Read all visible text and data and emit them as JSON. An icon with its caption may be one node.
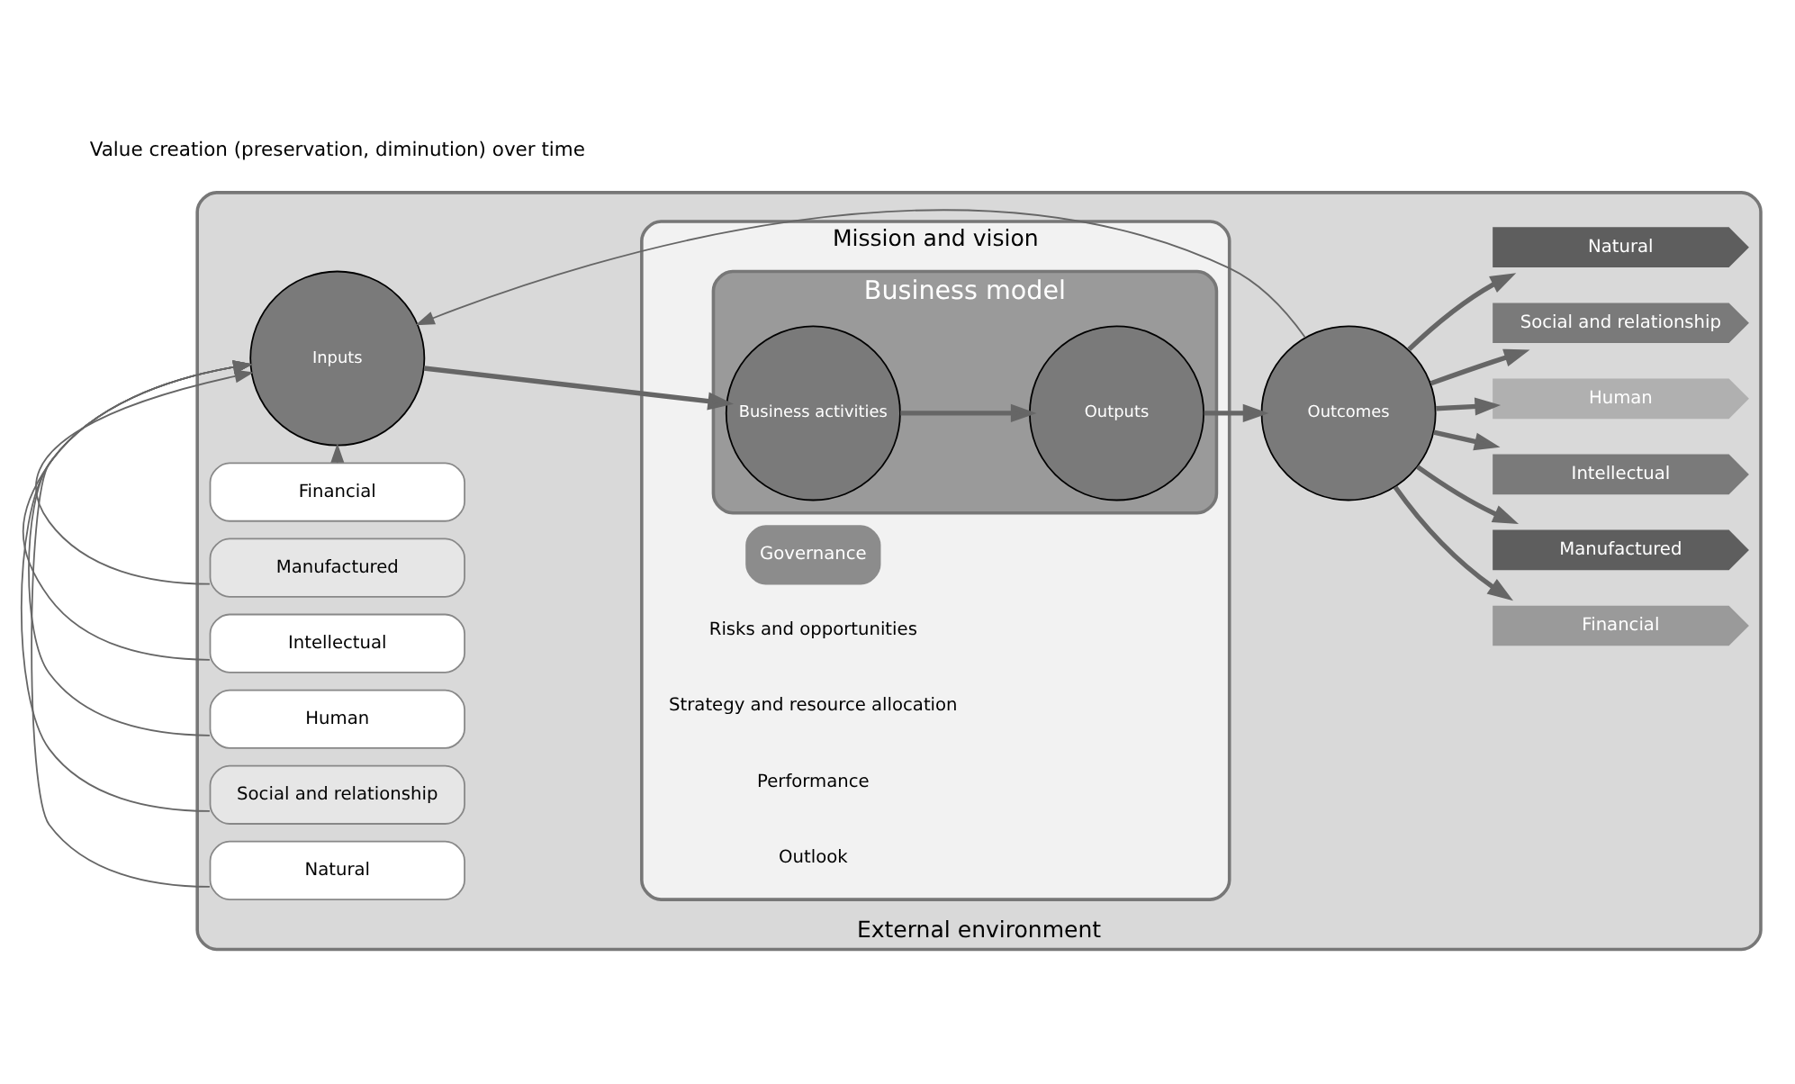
{
  "diagram": {
    "nodes": [
      {
        "text": [
          "External environment"
        ]
      },
      {
        "text": [
          "Mission and vision"
        ],
        "in": 0
      },
      {
        "text": [
          "Governance"
        ],
        "in": 1
      },
      {
        "text": [
          "Risks and opportunities"
        ],
        "in": 1
      },
      {
        "text": [
          "Strategy and resource allocation"
        ],
        "in": 1
      },
      {
        "text": [
          "Business model"
        ],
        "in": 1
      },
      {
        "text": [
          "Inputs"
        ],
        "in": 0
      },
      {
        "text": [
          "Business activities"
        ],
        "in": 5
      },
      {
        "text": [
          "Outputs"
        ],
        "in": 5
      },
      {
        "text": [
          "Outcomes"
        ],
        "in": 0
      },
      {
        "text": [
          "Performance"
        ],
        "in": 1
      },
      {
        "text": [
          "Outlook"
        ],
        "in": 1
      },
      {
        "text": [
          "Financial"
        ],
        "in": 0
      },
      {
        "text": [
          "Manufactured"
        ],
        "in": 0
      },
      {
        "text": [
          "Intellectual"
        ],
        "in": 0
      },
      {
        "text": [
          "Human"
        ],
        "in": 0
      },
      {
        "text": [
          "Social and relationship"
        ],
        "in": 0
      },
      {
        "text": [
          "Natural"
        ],
        "in": 0
      },
      {
        "text": [
          "Financial"
        ],
        "in": 0
      },
      {
        "text": [
          "Manufactured"
        ],
        "in": 0
      },
      {
        "text": [
          "Intellectual"
        ],
        "in": 0
      },
      {
        "text": [
          "Human"
        ],
        "in": 0
      },
      {
        "text": [
          "Social and relationship"
        ],
        "in": 0
      },
      {
        "text": [
          "Natural"
        ],
        "in": 0
      }
    ],
    "edges": [
      {
        "from": 12,
        "to": 6,
        "arrow": "to"
      },
      {
        "from": 13,
        "to": 6,
        "arrow": "to"
      },
      {
        "from": 14,
        "to": 6,
        "arrow": "to"
      },
      {
        "from": 15,
        "to": 6,
        "arrow": "to"
      },
      {
        "from": 16,
        "to": 6,
        "arrow": "to"
      },
      {
        "from": 17,
        "to": 6,
        "arrow": "to"
      },
      {
        "from": 6,
        "to": 7,
        "arrow": "to"
      },
      {
        "from": 7,
        "to": 8,
        "arrow": "to"
      },
      {
        "from": 8,
        "to": 9,
        "arrow": "to"
      },
      {
        "from": 9,
        "to": 18,
        "arrow": "to"
      },
      {
        "from": 9,
        "to": 19,
        "arrow": "to"
      },
      {
        "from": 9,
        "to": 20,
        "arrow": "to"
      },
      {
        "from": 9,
        "to": 21,
        "arrow": "to"
      },
      {
        "from": 9,
        "to": 22,
        "arrow": "to"
      },
      {
        "from": 9,
        "to": 23,
        "arrow": "to"
      },
      {
        "from": 9,
        "to": 6,
        "arrow": "to"
      }
    ],
    "labels": [
      "Value creation (preservation, diminution) over time"
    ]
  }
}
